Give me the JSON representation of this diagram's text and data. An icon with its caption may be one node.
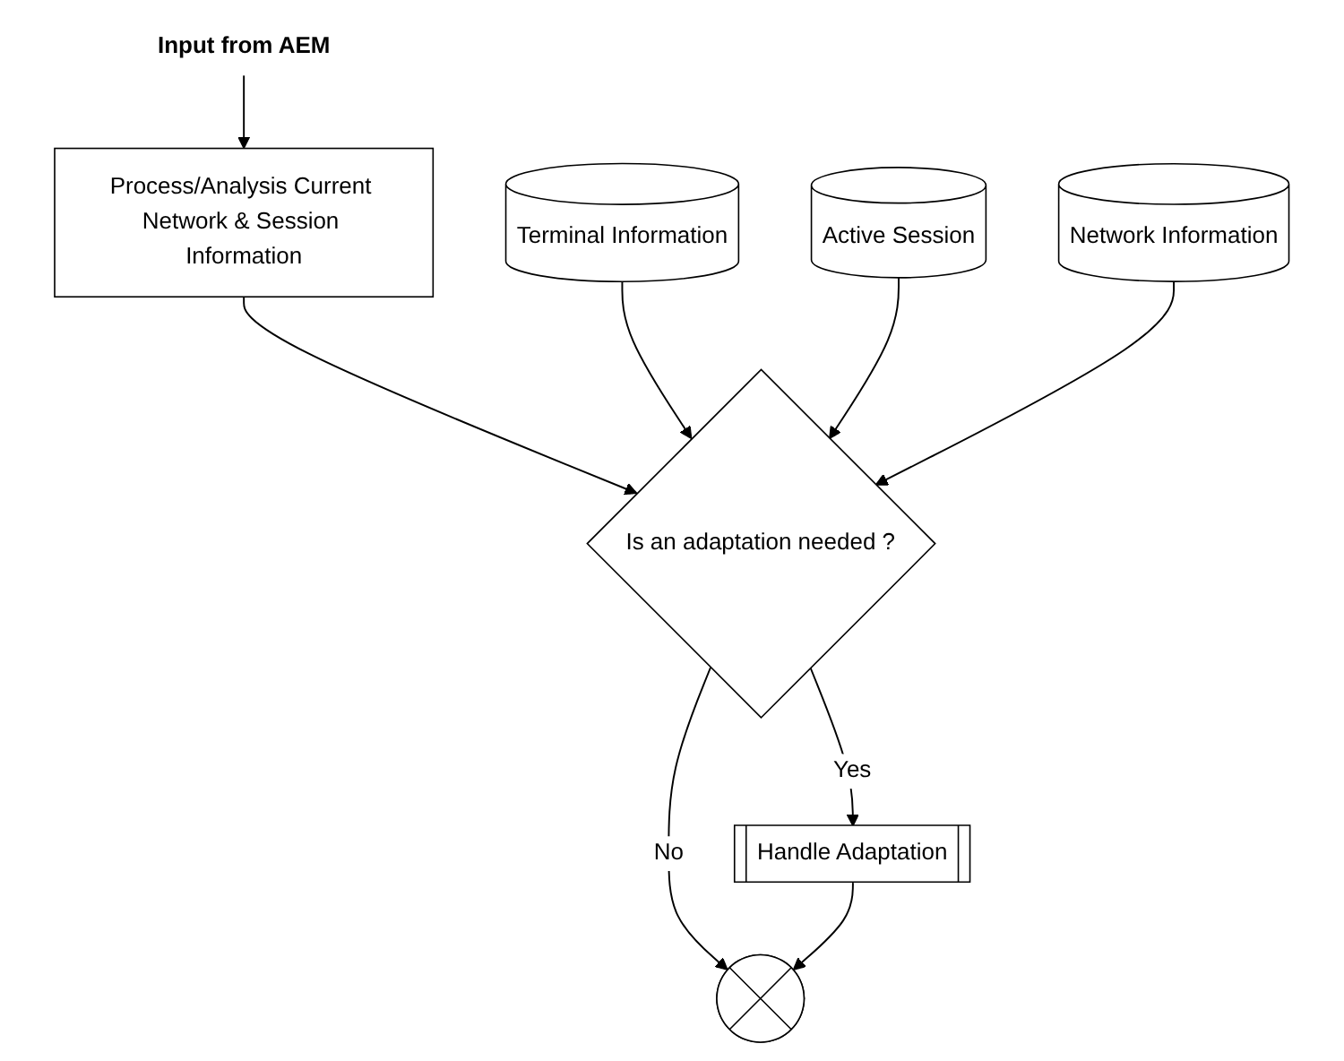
{
  "diagram": {
    "nodes": [
      {
        "text": [
          "Input from AEM"
        ]
      },
      {
        "text": [
          "Process/Analysis Current Network & Session Information"
        ]
      },
      {
        "text": [
          "Terminal Information"
        ]
      },
      {
        "text": [
          "Active Session"
        ]
      },
      {
        "text": [
          "Is an adaptation needed ?"
        ]
      },
      {
        "text": [
          "Network Information"
        ]
      },
      {
        "text": [
          "Handle Adaptation"
        ]
      },
      {
        "text": [],
        "shape": "circle"
      }
    ],
    "edges": [
      {
        "from": 0,
        "to": 1,
        "arrow": "to"
      },
      {
        "from": 1,
        "to": 4,
        "arrow": "to"
      },
      {
        "from": 2,
        "to": 4,
        "arrow": "to"
      },
      {
        "from": 3,
        "to": 4,
        "arrow": "to"
      },
      {
        "from": 5,
        "to": 4,
        "arrow": "to"
      },
      {
        "from": 4,
        "to": 6,
        "label": "Yes",
        "arrow": "to"
      },
      {
        "from": 4,
        "to": 7,
        "label": "No",
        "arrow": "to"
      },
      {
        "from": 6,
        "to": 7,
        "arrow": "to"
      }
    ]
  }
}
